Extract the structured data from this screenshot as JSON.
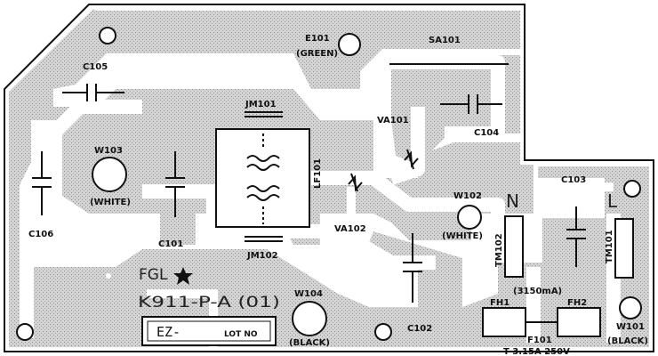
{
  "board": {
    "labels": {
      "e101": "E101",
      "e101_color": "(GREEN)",
      "sa101": "SA101",
      "c105": "C105",
      "jm101": "JM101",
      "va101": "VA101",
      "c104": "C104",
      "c103": "C103",
      "w103": "W103",
      "w103_color": "(WHITE)",
      "lf101": "LF101",
      "w102": "W102",
      "w102_color": "(WHITE)",
      "n_terminal": "N",
      "l_terminal": "L",
      "c106": "C106",
      "c101": "C101",
      "va102": "VA102",
      "jm102": "JM102",
      "tm102": "TM102",
      "tm101": "TM101",
      "fuse_rating": "(3150mA)",
      "fgl": "FGL",
      "model": "K911-P-A (01)",
      "w104": "W104",
      "w104_color": "(BLACK)",
      "c102": "C102",
      "fh1": "FH1",
      "fh2": "FH2",
      "w101": "W101",
      "w101_color": "(BLACK)",
      "f101": "F101",
      "fuse_spec": "T 3.15A 250V",
      "ez": "EZ-",
      "lot_no": "LOT NO"
    }
  }
}
